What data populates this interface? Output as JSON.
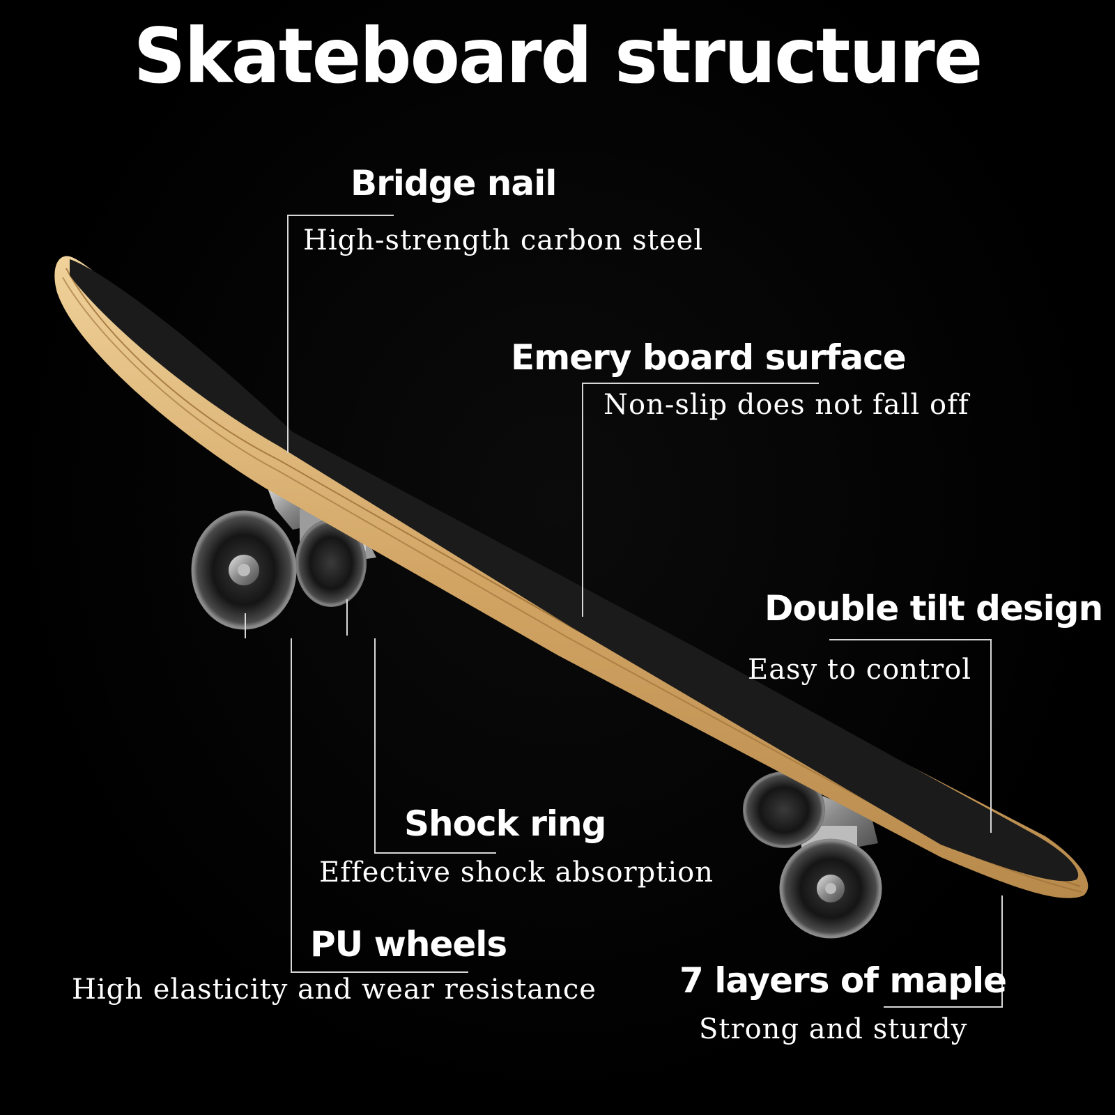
{
  "title": "Skateboard structure",
  "callouts": [
    {
      "heading": "Bridge nail",
      "description": "High-strength carbon steel"
    },
    {
      "heading": "Emery board surface",
      "description": "Non-slip does not fall off"
    },
    {
      "heading": "Double tilt design",
      "description": "Easy to control"
    },
    {
      "heading": "Shock ring",
      "description": "Effective shock absorption"
    },
    {
      "heading": "PU wheels",
      "description": "High elasticity and wear resistance"
    },
    {
      "heading": "7 layers of maple",
      "description": "Strong and sturdy"
    }
  ],
  "colors": {
    "background": "#000000",
    "grip_tape": "#1a1a1a",
    "maple_edge": "#d9b070",
    "leader_line": "#d8d8d8",
    "text": "#ffffff"
  }
}
